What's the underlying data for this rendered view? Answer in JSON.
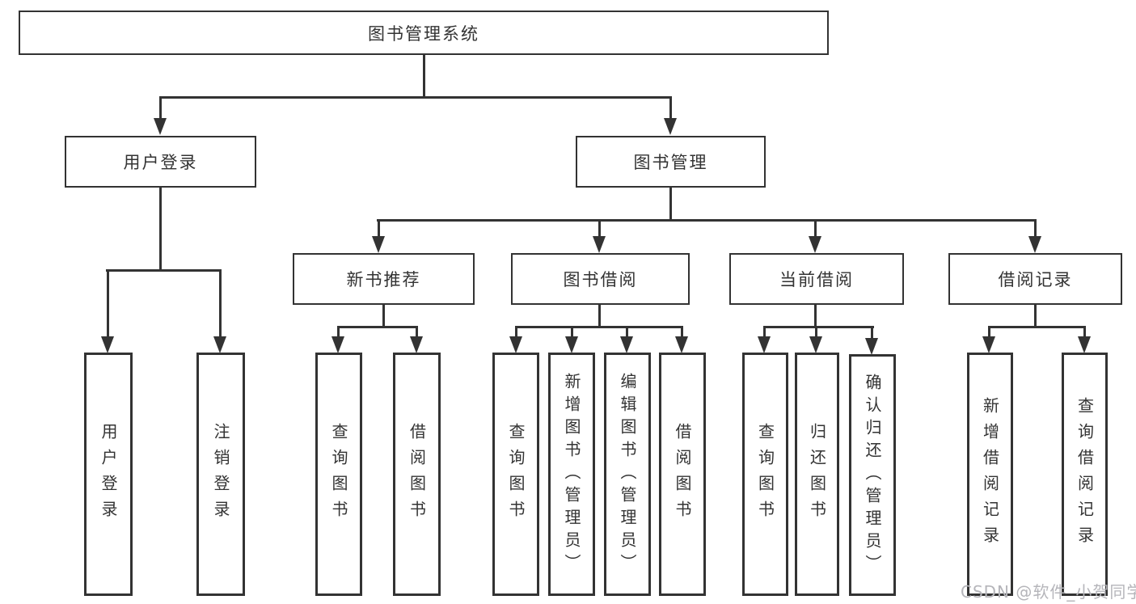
{
  "diagram": {
    "title": "图书管理系统",
    "root": {
      "label": "图书管理系统"
    },
    "level2": {
      "user_login": "用户登录",
      "book_mgmt": "图书管理"
    },
    "level3": {
      "new_book_rec": "新书推荐",
      "book_borrow": "图书借阅",
      "current_borrow": "当前借阅",
      "borrow_records": "借阅记录"
    },
    "leaves": {
      "login": "用户登录",
      "logout": "注销登录",
      "rec_query_book": "查询图书",
      "rec_borrow_book": "借阅图书",
      "bb_query_book": "查询图书",
      "bb_add_book_admin": "新增图书（管理员）",
      "bb_edit_book_admin": "编辑图书（管理员）",
      "bb_borrow_book": "借阅图书",
      "cb_query_book": "查询图书",
      "cb_return_book": "归还图书",
      "cb_confirm_return_admin": "确认归还（管理员）",
      "br_add_record": "新增借阅记录",
      "br_query_record": "查询借阅记录"
    },
    "colors": {
      "line": "#333333",
      "text": "#333333",
      "background": "#ffffff",
      "watermark": "#b5b5ba"
    }
  },
  "watermark": {
    "text": "CSDN @软件_小贺同学"
  }
}
